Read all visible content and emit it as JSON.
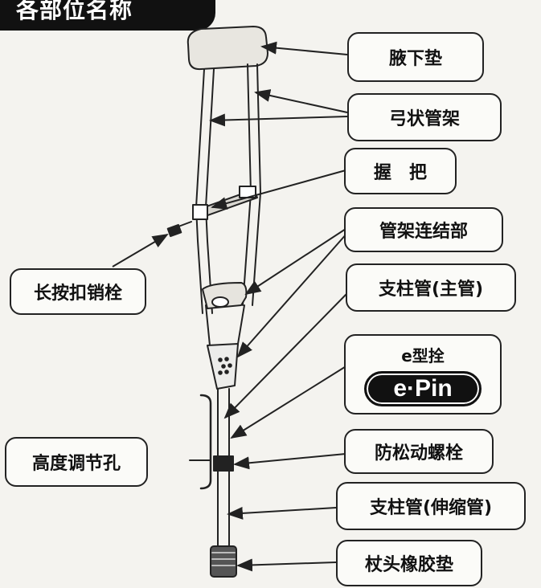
{
  "header": {
    "title": "各部位名称"
  },
  "labels": {
    "underarm_pad": "腋下垫",
    "bow_frame": "弓状管架",
    "handgrip": "握　把",
    "frame_joint": "管架连结部",
    "main_tube": "支柱管(主管)",
    "epin_title": "e型拴",
    "epin_logo": "e·Pin",
    "anti_loose_bolt": "防松动螺栓",
    "extension_tube": "支柱管(伸缩管)",
    "rubber_tip": "杖头橡胶垫",
    "push_pin": "长按扣销栓",
    "height_holes": "高度调节孔"
  }
}
